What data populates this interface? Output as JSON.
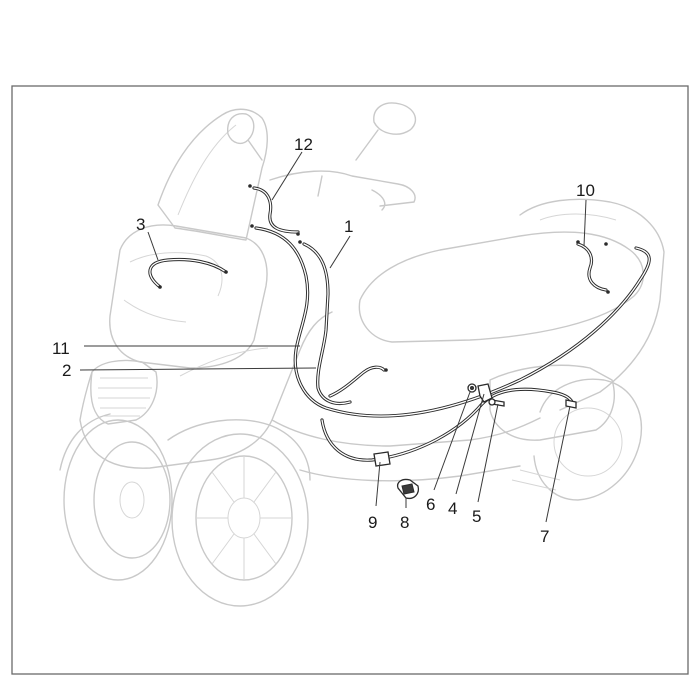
{
  "callouts": [
    {
      "id": "1",
      "label": "1"
    },
    {
      "id": "2",
      "label": "2"
    },
    {
      "id": "3",
      "label": "3"
    },
    {
      "id": "4",
      "label": "4"
    },
    {
      "id": "5",
      "label": "5"
    },
    {
      "id": "6",
      "label": "6"
    },
    {
      "id": "7",
      "label": "7"
    },
    {
      "id": "8",
      "label": "8"
    },
    {
      "id": "9",
      "label": "9"
    },
    {
      "id": "10",
      "label": "10"
    },
    {
      "id": "11",
      "label": "11"
    },
    {
      "id": "12",
      "label": "12"
    }
  ],
  "colors": {
    "frame": "#6a6a6a",
    "vehicle_outline": "#c9c9c9",
    "cable": "#2b2b2b",
    "text": "#1a1a1a"
  }
}
